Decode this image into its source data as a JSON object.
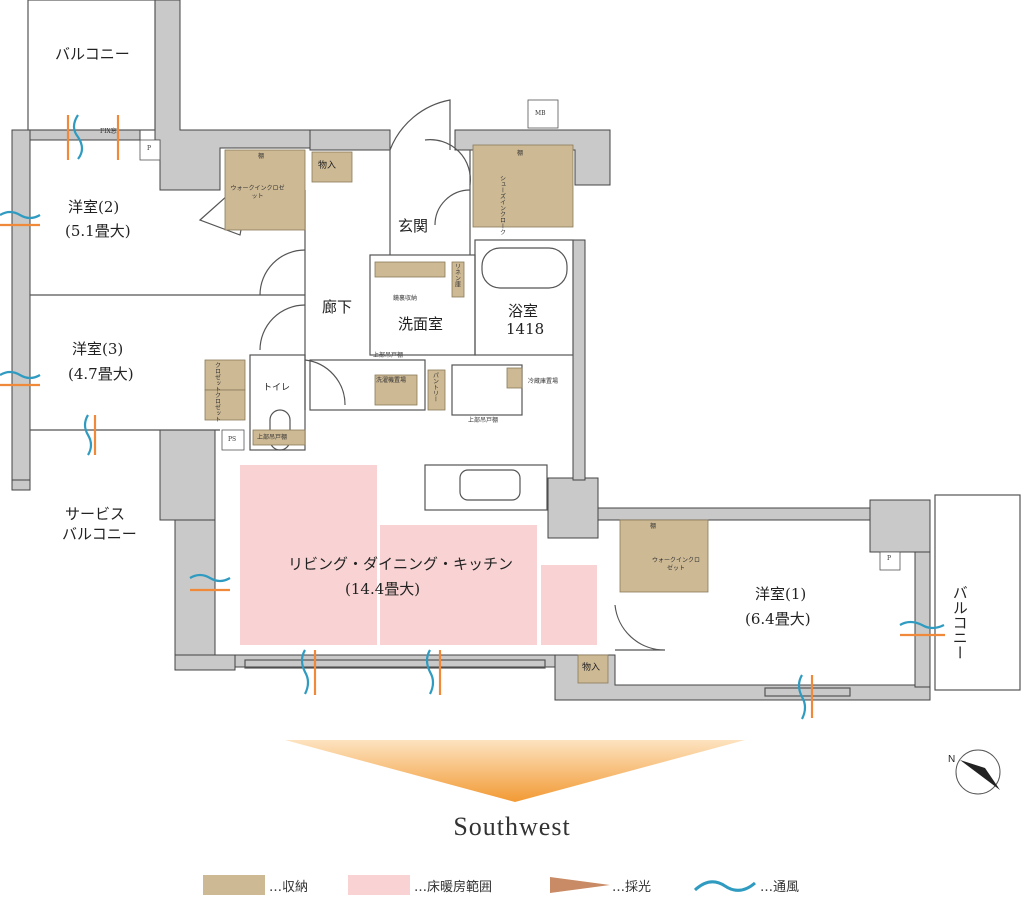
{
  "rooms": {
    "balcony_top": "バルコニー",
    "room2_name": "洋室(2)",
    "room2_size": "(5.1畳大)",
    "room3_name": "洋室(3)",
    "room3_size": "(4.7畳大)",
    "room1_name": "洋室(1)",
    "room1_size": "(6.4畳大)",
    "ldk_name": "リビング・ダイニング・キッチン",
    "ldk_size": "(14.4畳大)",
    "service_balcony_1": "サービス",
    "service_balcony_2": "バルコニー",
    "balcony_right": "バルコニー",
    "entrance": "玄関",
    "hallway": "廊下",
    "washroom": "洗面室",
    "bathroom": "浴室",
    "bath_size": "1418",
    "toilet": "トイレ"
  },
  "storage": {
    "shelf": "棚",
    "storage": "物入",
    "wic": "ウォークインクロゼット",
    "shoes": "シューズインクローク",
    "closet": "クロゼット",
    "linen": "リネン庫",
    "mirror": "鏡裏収納",
    "upper_cabinet": "上部吊戸棚",
    "washer": "洗濯機置場",
    "pantry": "パントリー",
    "fridge": "冷蔵庫置場"
  },
  "marks": {
    "mb": "MB",
    "p": "P",
    "ps": "PS",
    "fix": "FIX窓"
  },
  "orientation": "Southwest",
  "legend": [
    {
      "label": "…収納",
      "color": "#cdb994"
    },
    {
      "label": "…床暖房範囲",
      "color": "#f9d3d3"
    },
    {
      "label": "…採光",
      "color": "#c98b66"
    },
    {
      "label": "…通風",
      "color": "#2f9bc0"
    }
  ],
  "colors": {
    "wall": "#c9c9c9",
    "storage": "#cdb994",
    "floor_heat": "#f9d3d3",
    "light": "#f08a3a",
    "wind": "#2f9bc0"
  }
}
